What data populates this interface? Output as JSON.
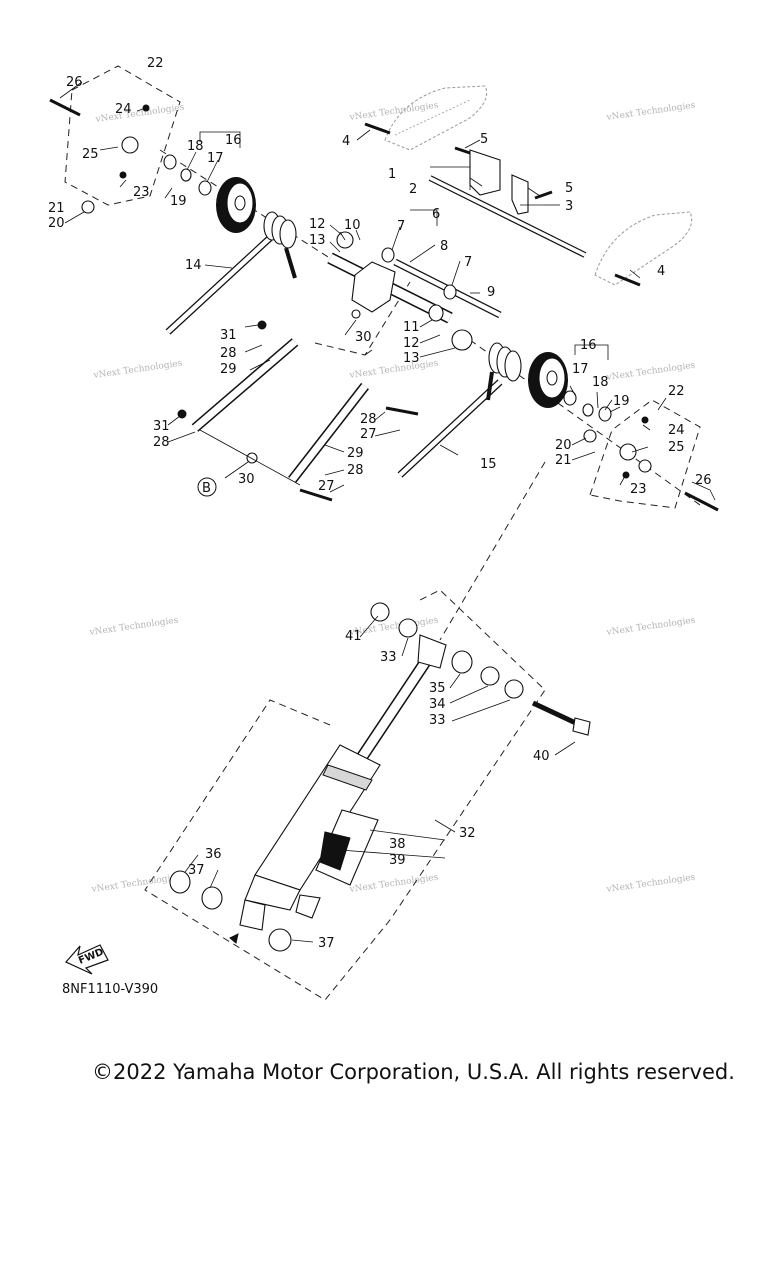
{
  "diagram": {
    "code": "8NF1110-V390",
    "fwd_label": "FWD",
    "view_marker": "B",
    "watermark": "vNext Technologies",
    "callouts": [
      "1",
      "2",
      "3",
      "4",
      "4",
      "5",
      "5",
      "6",
      "7",
      "7",
      "8",
      "9",
      "10",
      "11",
      "12",
      "12",
      "13",
      "13",
      "14",
      "15",
      "16",
      "16",
      "17",
      "17",
      "18",
      "18",
      "19",
      "19",
      "20",
      "20",
      "21",
      "21",
      "22",
      "22",
      "23",
      "23",
      "24",
      "24",
      "25",
      "25",
      "26",
      "26",
      "27",
      "27",
      "28",
      "28",
      "28",
      "28",
      "29",
      "29",
      "30",
      "30",
      "31",
      "31",
      "32",
      "33",
      "33",
      "34",
      "35",
      "36",
      "37",
      "37",
      "38",
      "39",
      "40",
      "41"
    ]
  },
  "footer": {
    "copyright": "©2022 Yamaha Motor Corporation, U.S.A. All rights reserved."
  }
}
